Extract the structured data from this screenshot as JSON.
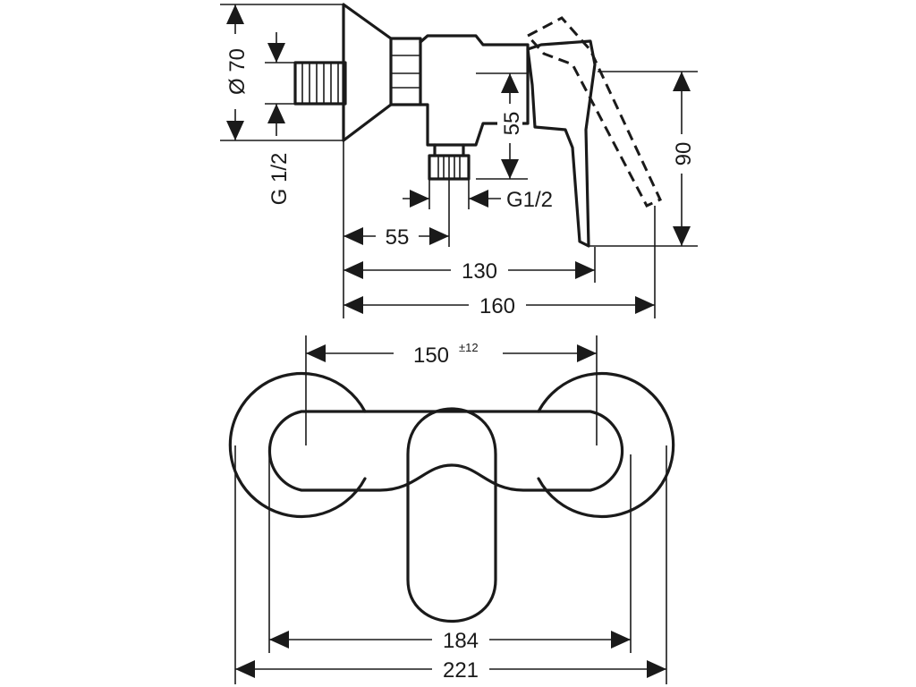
{
  "side_view": {
    "dim_flange_diameter": "Ø 70",
    "dim_inlet_thread": "G 1/2",
    "dim_outlet_height": "55",
    "dim_outlet_thread": "G1/2",
    "dim_handle_height": "90",
    "dim_outlet_offset": "55",
    "dim_handle_depth": "130",
    "dim_total_depth": "160"
  },
  "front_view": {
    "dim_centers": "150",
    "dim_centers_tolerance": "±12",
    "dim_inner_width": "184",
    "dim_total_width": "221"
  }
}
